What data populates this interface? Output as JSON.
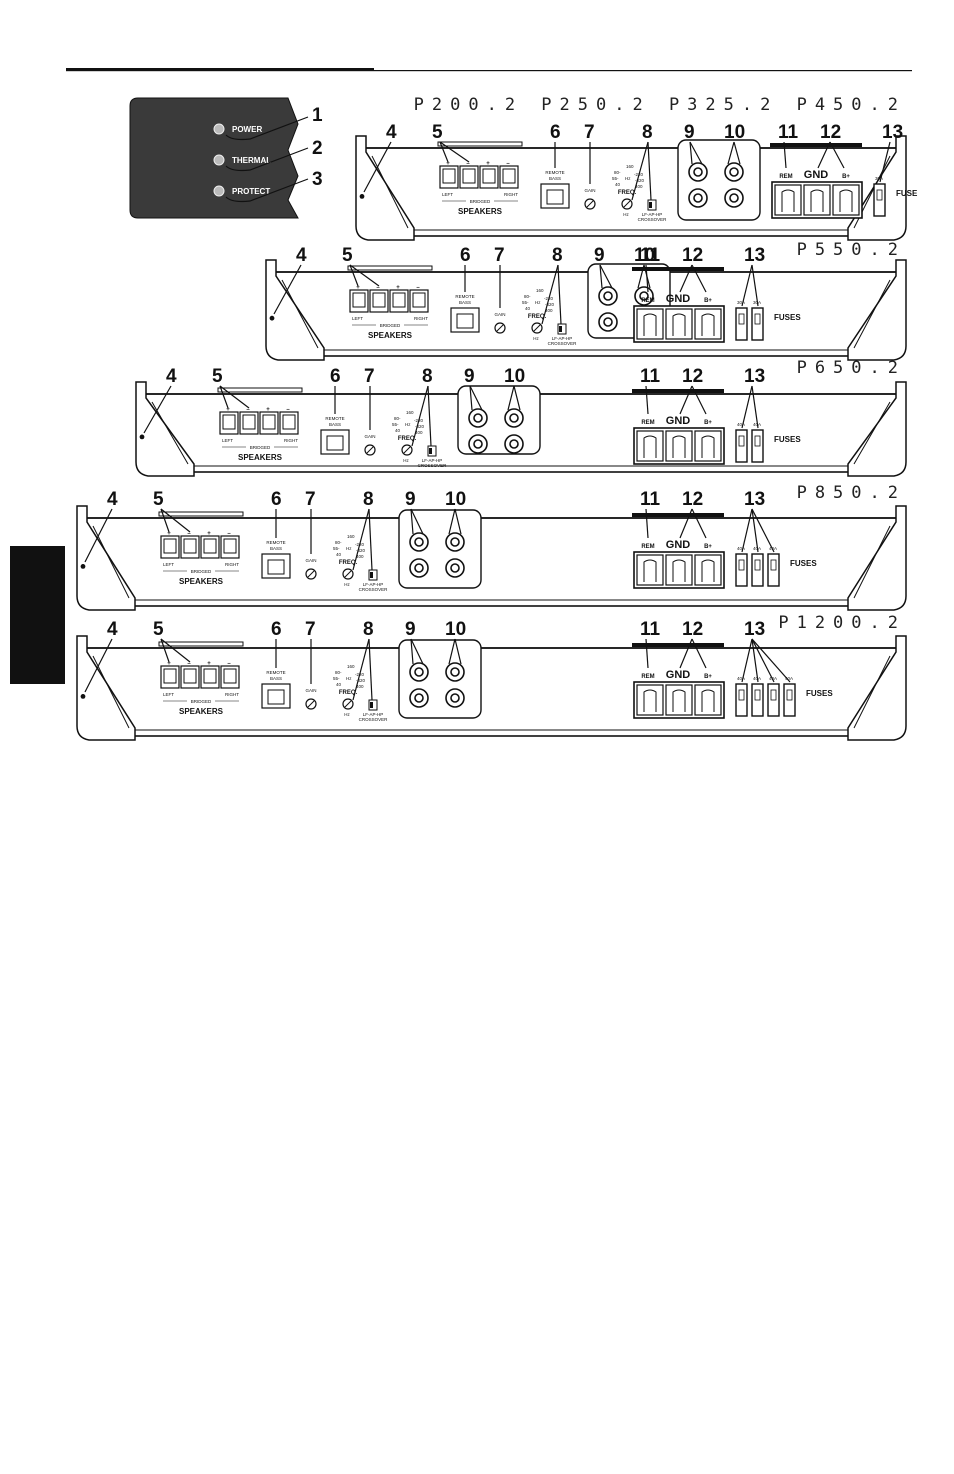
{
  "led_panel": {
    "leds": [
      {
        "label": "POWER",
        "callout": "1"
      },
      {
        "label": "THERMAL",
        "callout": "2"
      },
      {
        "label": "PROTECT",
        "callout": "3"
      }
    ]
  },
  "callouts": [
    "4",
    "5",
    "6",
    "7",
    "8",
    "9",
    "10",
    "11",
    "12",
    "13"
  ],
  "labels": {
    "speakers": "SPEAKERS",
    "bridged": "BRIDGED",
    "left": "LEFT",
    "right": "RIGHT",
    "plus": "+",
    "minus": "–",
    "remote": "REMOTE",
    "bass": "BASS",
    "gain": "GAIN",
    "freq": "FREQ.",
    "hz": "Hz",
    "crossover_mode": "LF-AP-HP",
    "crossover": "CROSSOVER",
    "rem": "REM",
    "gnd": "GND",
    "bplus": "B+",
    "fuse": "FUSE",
    "fuses": "FUSES",
    "freq_ticks": [
      "160",
      "80-",
      "-220",
      "55-",
      "-320",
      "40",
      "400"
    ]
  },
  "panels": [
    {
      "title": "P200.2   P250.2   P325.2   P450.2",
      "fuse_rating": "30A",
      "fuse_count": 1,
      "fuse_word": "FUSE"
    },
    {
      "title": "P550.2",
      "fuse_rating": "30A",
      "fuse_count": 2,
      "fuse_word": "FUSES"
    },
    {
      "title": "P650.2",
      "fuse_rating": "40A",
      "fuse_count": 2,
      "fuse_word": "FUSES"
    },
    {
      "title": "P850.2",
      "fuse_rating": "40A",
      "fuse_count": 3,
      "fuse_word": "FUSES"
    },
    {
      "title": "P1200.2",
      "fuse_rating": "40A",
      "fuse_count": 4,
      "fuse_word": "FUSES"
    }
  ]
}
